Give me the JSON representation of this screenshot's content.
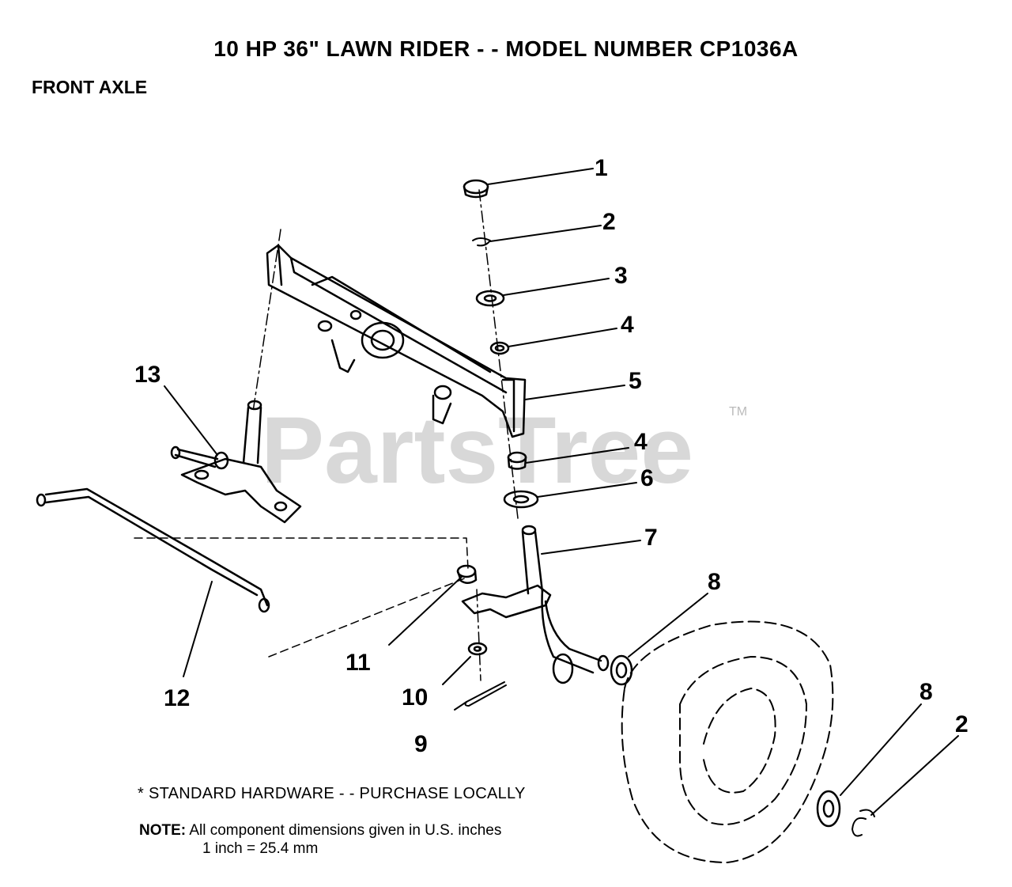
{
  "header": {
    "title": "10 HP 36\" LAWN RIDER - - MODEL NUMBER CP1036A",
    "section": "FRONT AXLE"
  },
  "watermark": {
    "text": "PartsTree",
    "trademark": "TM"
  },
  "callouts": [
    {
      "id": "c1",
      "label": "1"
    },
    {
      "id": "c2a",
      "label": "2"
    },
    {
      "id": "c3",
      "label": "3"
    },
    {
      "id": "c4a",
      "label": "4"
    },
    {
      "id": "c5",
      "label": "5"
    },
    {
      "id": "c4b",
      "label": "4"
    },
    {
      "id": "c6",
      "label": "6"
    },
    {
      "id": "c7",
      "label": "7"
    },
    {
      "id": "c8a",
      "label": "8"
    },
    {
      "id": "c8b",
      "label": "8"
    },
    {
      "id": "c2b",
      "label": "2"
    },
    {
      "id": "c9",
      "label": "9"
    },
    {
      "id": "c10",
      "label": "10"
    },
    {
      "id": "c11",
      "label": "11"
    },
    {
      "id": "c12",
      "label": "12"
    },
    {
      "id": "c13",
      "label": "13"
    }
  ],
  "notes": {
    "hardware": "* STANDARD HARDWARE - - PURCHASE LOCALLY",
    "note_label": "NOTE:",
    "note_line1": "All component dimensions given in U.S. inches",
    "note_line2": "1 inch = 25.4 mm"
  }
}
